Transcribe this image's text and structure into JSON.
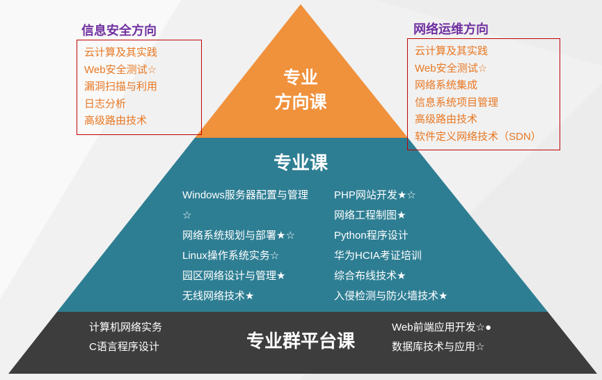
{
  "colors": {
    "background": "#f1f1f1",
    "top_level": "#F0913C",
    "middle_level": "#2E7E93",
    "bottom_level": "#3D3D3D",
    "direction_title": "#7030A0",
    "direction_item": "#E87722",
    "box_border": "#C00000",
    "course_text": "#FFFFFF"
  },
  "left_direction": {
    "title": "信息安全方向",
    "items": [
      "云计算及其实践",
      "Web安全测试☆",
      "漏洞扫描与利用",
      "日志分析",
      "高级路由技术"
    ]
  },
  "right_direction": {
    "title": "网络运维方向",
    "items": [
      "云计算及其实践",
      "Web安全测试☆",
      "网络系统集成",
      "信息系统项目管理",
      "高级路由技术",
      "软件定义网络技术（SDN）"
    ]
  },
  "pyramid": {
    "top": {
      "title_line1": "专业",
      "title_line2": "方向课"
    },
    "middle": {
      "title": "专业课",
      "left_column": [
        "Windows服务器配置与管理☆",
        "网络系统规划与部署★☆",
        "Linux操作系统实务☆",
        "园区网络设计与管理★",
        "无线网络技术★"
      ],
      "right_column": [
        "PHP网站开发★☆",
        "网络工程制图★",
        "Python程序设计",
        "华为HCIA考证培训",
        "综合布线技术★",
        "入侵检测与防火墙技术★"
      ]
    },
    "bottom": {
      "title": "专业群平台课",
      "left_items": [
        "计算机网络实务",
        "C语言程序设计"
      ],
      "right_items": [
        "Web前端应用开发☆●",
        "数据库技术与应用☆"
      ]
    }
  }
}
